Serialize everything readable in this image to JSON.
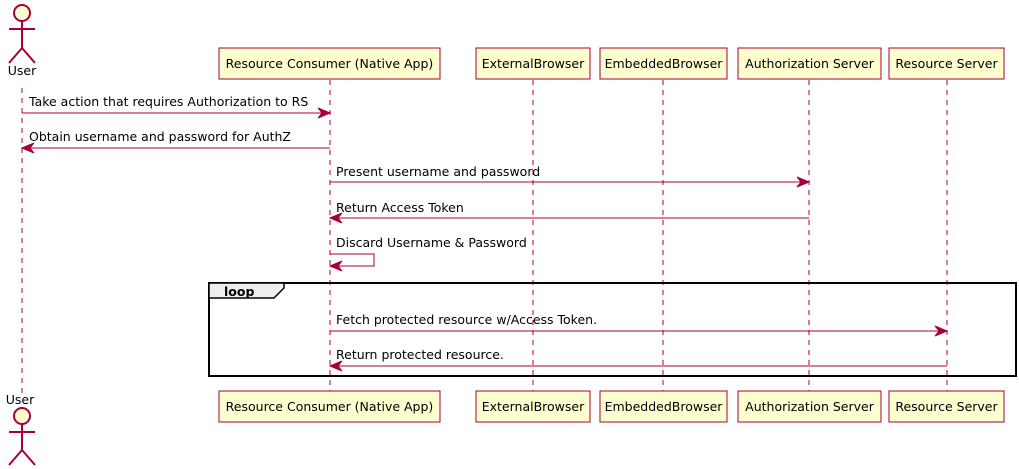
{
  "actor": {
    "name": "User"
  },
  "participants": [
    "Resource Consumer (Native App)",
    "ExternalBrowser",
    "EmbeddedBrowser",
    "Authorization Server",
    "Resource Server"
  ],
  "messages": [
    {
      "from": "User",
      "to": "Resource Consumer (Native App)",
      "text": "Take action that requires Authorization to RS"
    },
    {
      "from": "Resource Consumer (Native App)",
      "to": "User",
      "text": "Obtain username and password for AuthZ"
    },
    {
      "from": "Resource Consumer (Native App)",
      "to": "Authorization Server",
      "text": "Present username and password"
    },
    {
      "from": "Authorization Server",
      "to": "Resource Consumer (Native App)",
      "text": "Return Access Token"
    },
    {
      "from": "Resource Consumer (Native App)",
      "to": "Resource Consumer (Native App)",
      "text": "Discard Username & Password"
    },
    {
      "from": "Resource Consumer (Native App)",
      "to": "Resource Server",
      "text": "Fetch protected resource w/Access Token."
    },
    {
      "from": "Resource Server",
      "to": "Resource Consumer (Native App)",
      "text": "Return protected resource."
    }
  ],
  "fragment": {
    "label": "loop"
  },
  "colors": {
    "line": "#A80036",
    "box_fill": "#FEFECE",
    "tab_fill": "#EEEEEE"
  }
}
